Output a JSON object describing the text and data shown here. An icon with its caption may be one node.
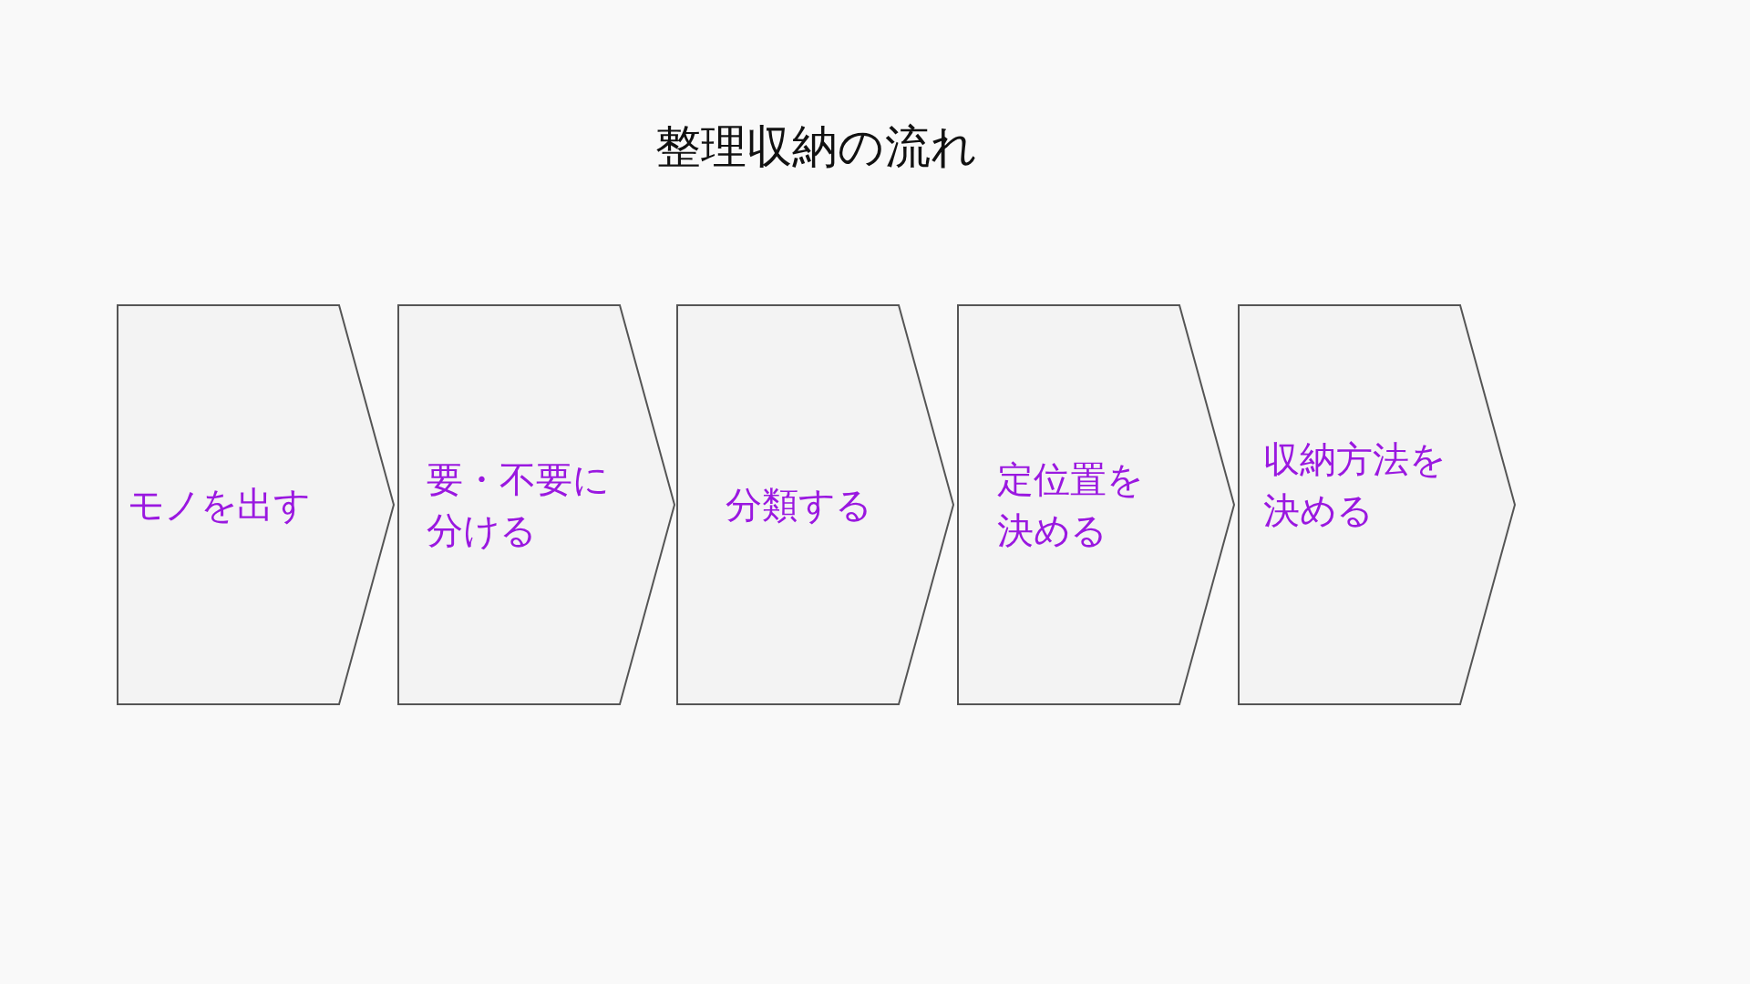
{
  "diagram": {
    "title": "整理収納の流れ",
    "nodes": [
      {
        "text": [
          "モノを出す"
        ]
      },
      {
        "text": [
          "要・不要に分ける"
        ]
      },
      {
        "text": [
          "分類する"
        ]
      },
      {
        "text": [
          "定位置を決める"
        ]
      },
      {
        "text": [
          "収納方法を決める"
        ]
      }
    ]
  }
}
